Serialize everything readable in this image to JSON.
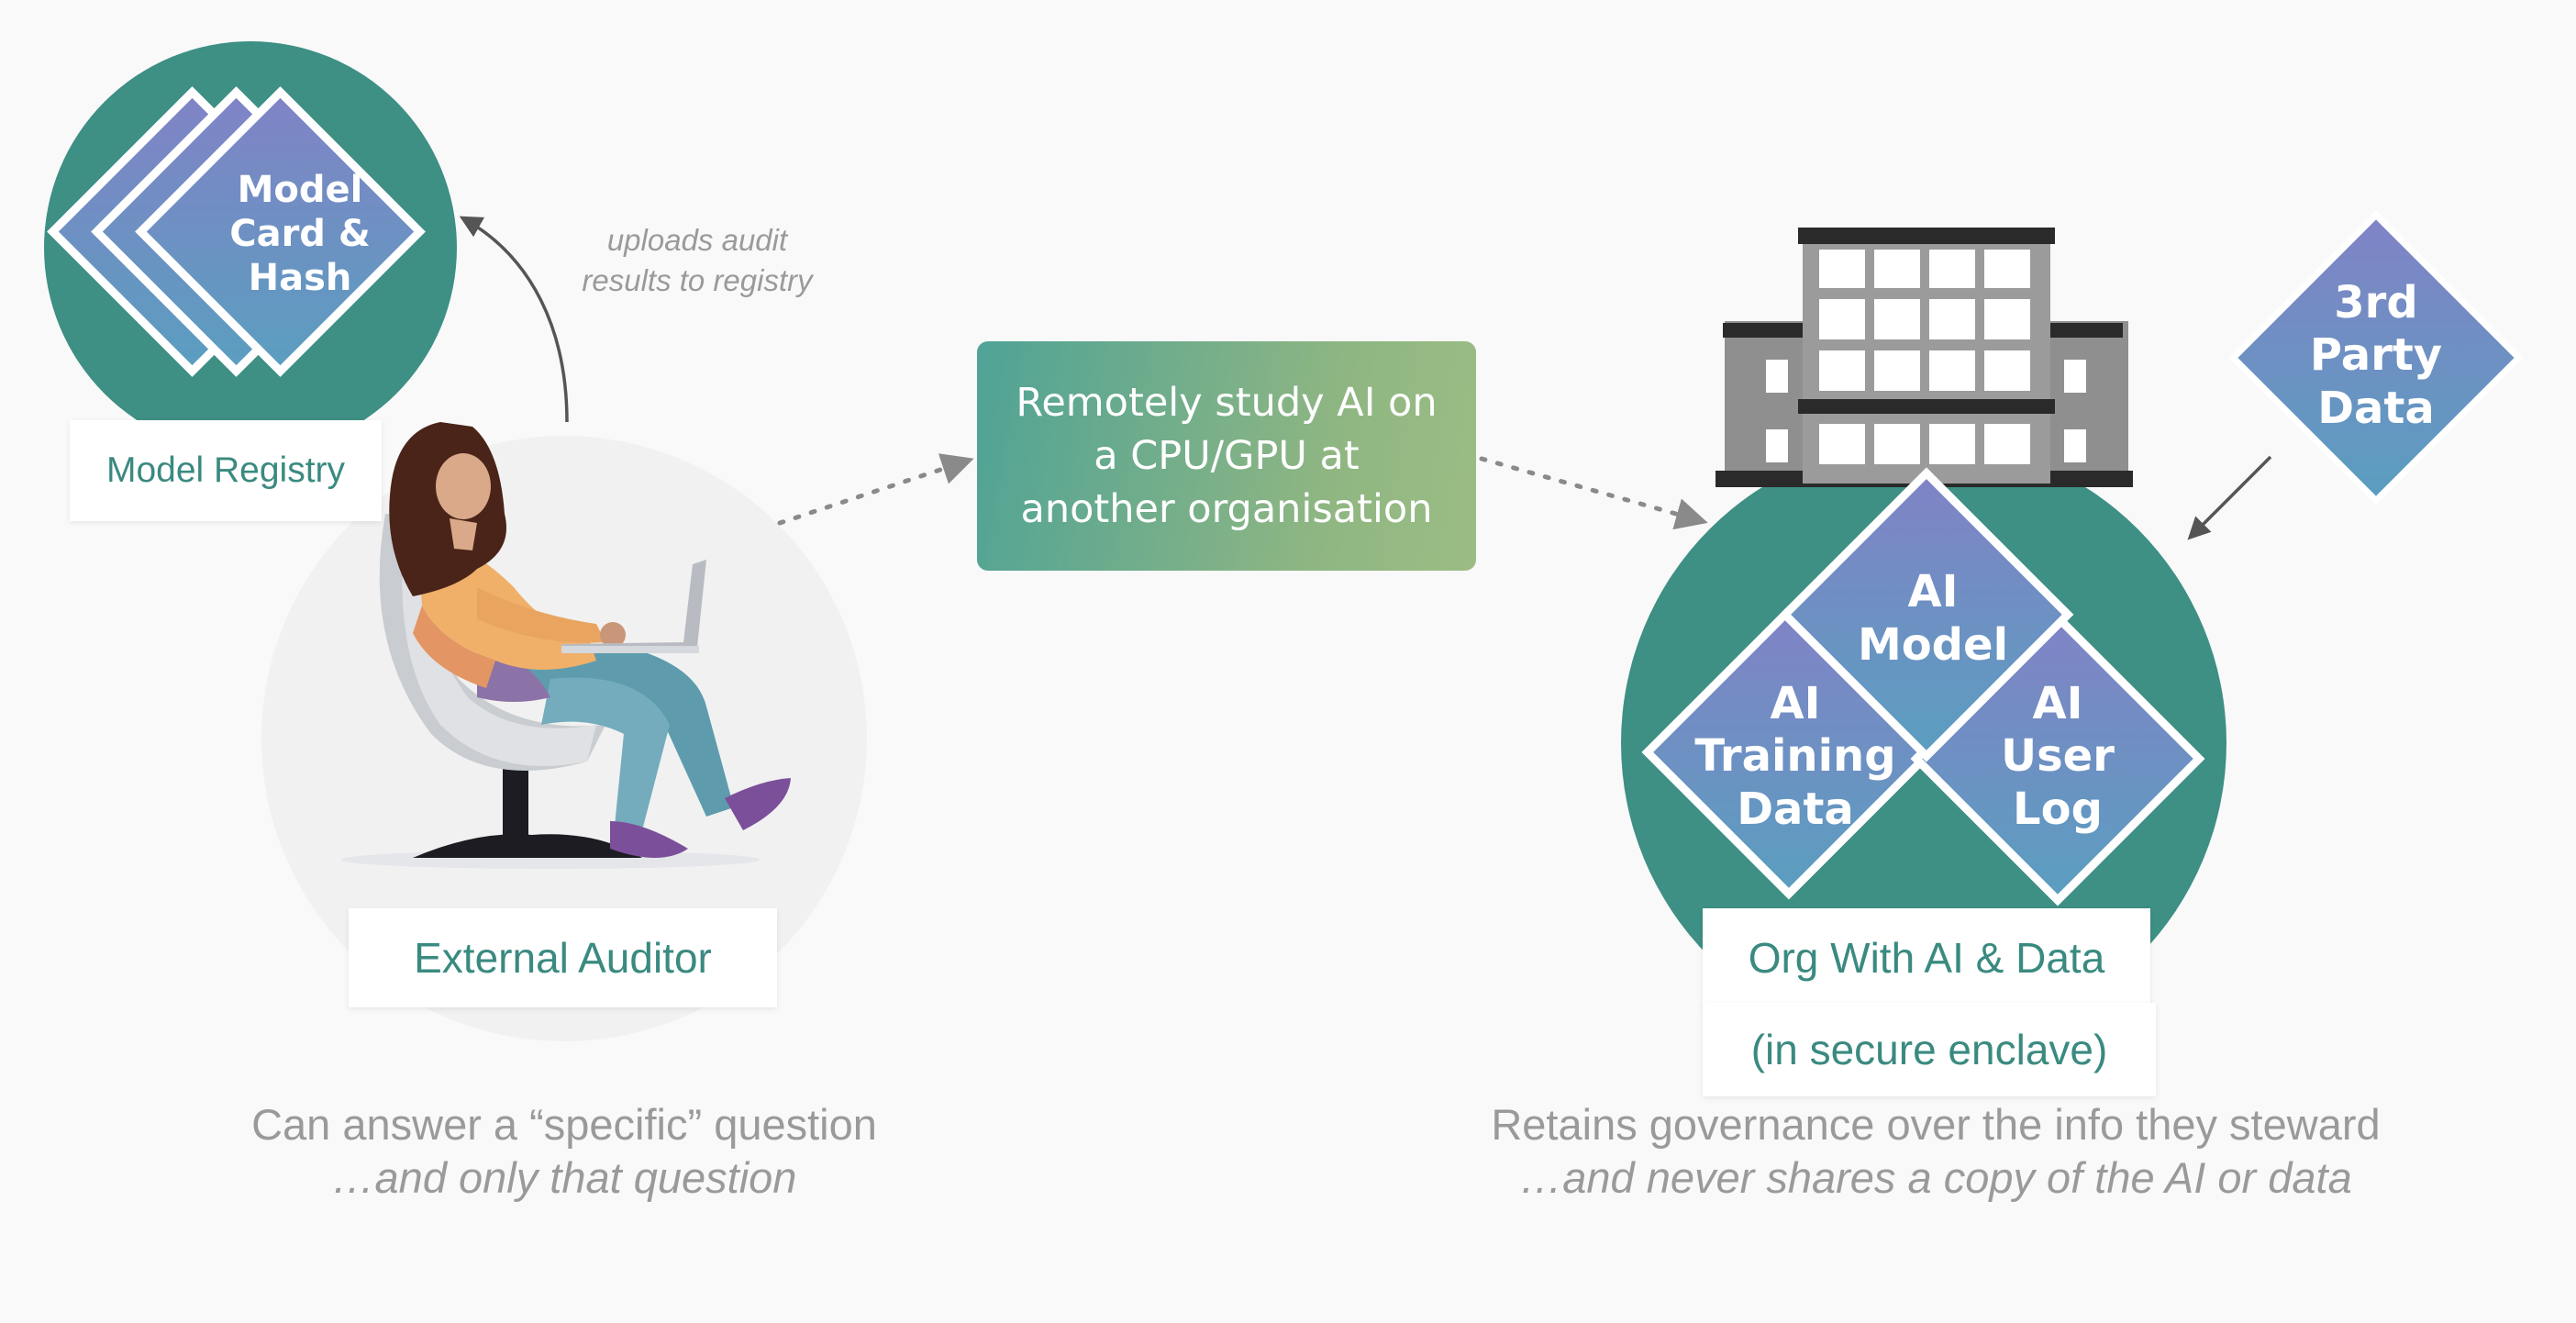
{
  "registry": {
    "diamond_text": "Model\nCard &\nHash",
    "label": "Model Registry"
  },
  "annotation": {
    "upload_text": "uploads audit\nresults to registry"
  },
  "auditor": {
    "label": "External Auditor",
    "caption_main": "Can answer a “specific” question",
    "caption_sub": "…and only that question"
  },
  "center": {
    "text": "Remotely study AI on\na CPU/GPU at\nanother organisation"
  },
  "org": {
    "label": "Org With AI & Data",
    "sublabel": "(in secure enclave)",
    "caption_main": "Retains governance over the info they steward",
    "caption_sub": "…and never shares a copy of the AI or data",
    "diamonds": {
      "model": "AI\nModel",
      "training": "AI\nTraining\nData",
      "userlog": "AI\nUser\nLog"
    }
  },
  "third_party": {
    "text": "3rd\nParty\nData"
  },
  "colors": {
    "teal": "#3e8f84",
    "diamond_top": "#7f86c4",
    "diamond_bottom": "#5b9cc0",
    "label_text": "#3a8a80",
    "caption_text": "#9a9a9a"
  }
}
